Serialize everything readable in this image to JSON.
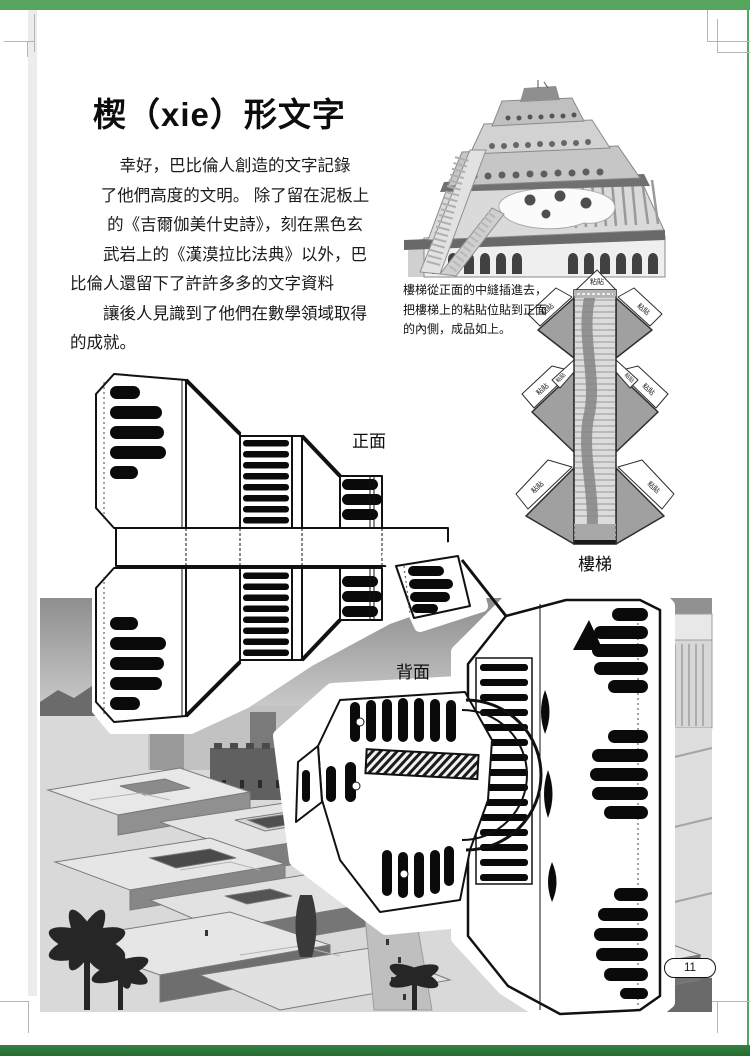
{
  "page": {
    "number": "11"
  },
  "frame": {
    "top_bar_color": "#55a55e",
    "bottom_bar_color": "#2e7a3b",
    "accent_line_color": "#55a55e"
  },
  "title": "楔（xie）形文字",
  "body": {
    "lines": [
      "幸好，巴比倫人創造的文字記錄",
      "了他們高度的文明。 除了留在泥板上",
      "的《吉爾伽美什史詩》，刻在黑色玄",
      "武岩上的《漢漠拉比法典》以外，巴",
      "比倫人還留下了許許多多的文字資料",
      "讓後人見識到了他們在數學領域取得",
      "的成就。"
    ]
  },
  "figure": {
    "caption_lines": [
      "樓梯從正面的中縫插進去，",
      "把樓梯上的粘貼位貼到正面",
      "的內側，成品如上。"
    ]
  },
  "templates": {
    "front_label": "正面",
    "back_label": "背面",
    "stairs_label": "樓梯",
    "glue_tab_label": "粘貼"
  }
}
